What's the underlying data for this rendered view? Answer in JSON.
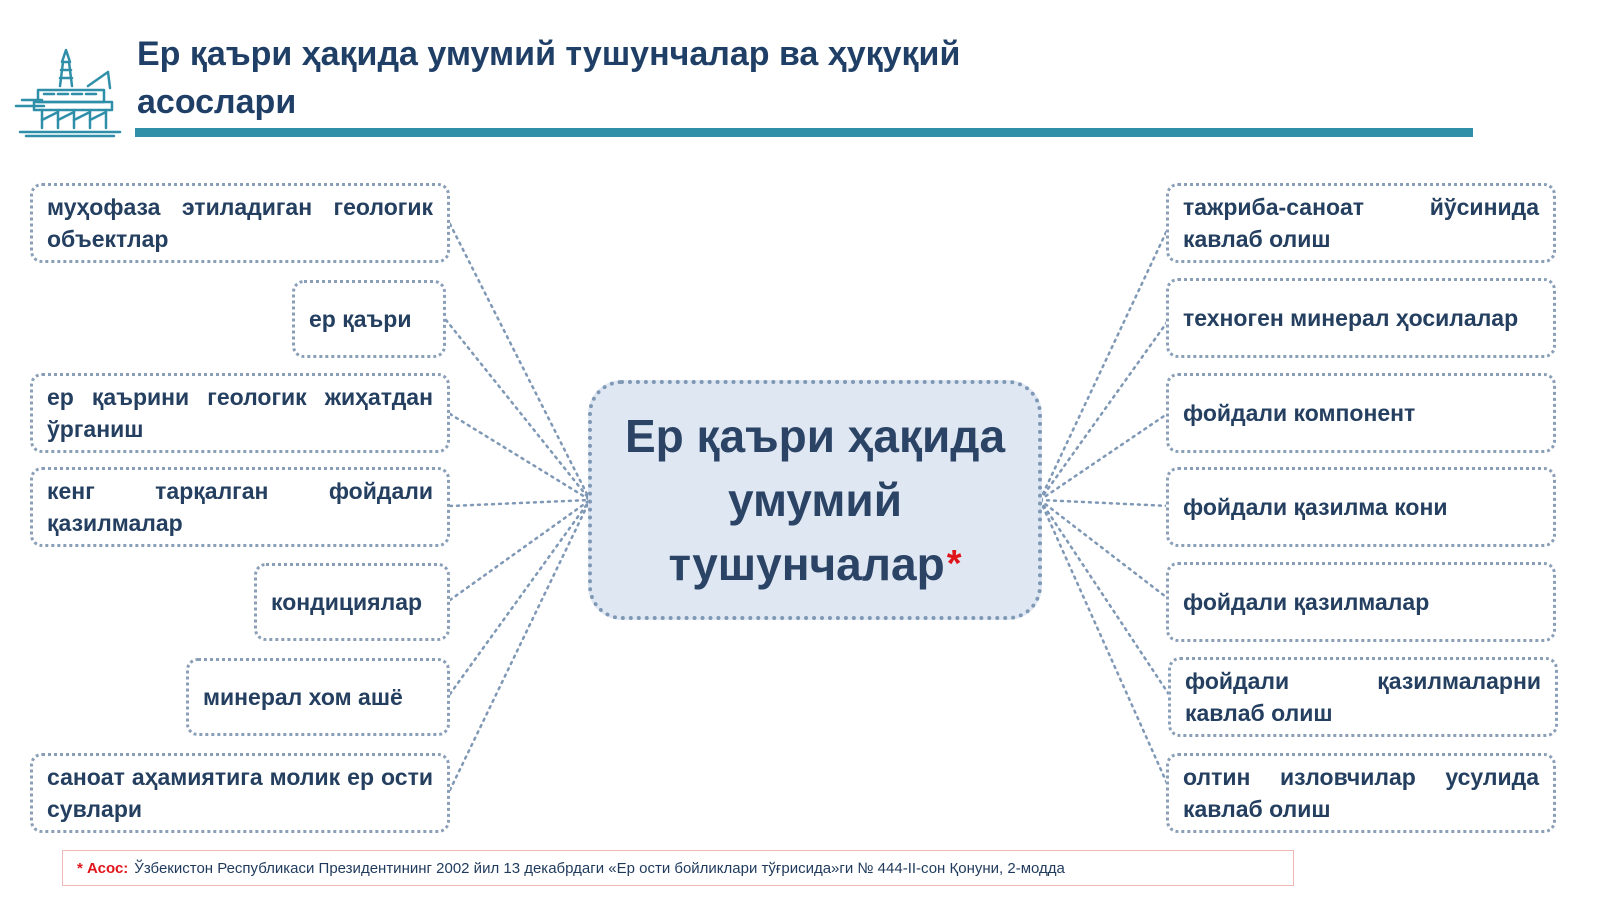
{
  "header": {
    "title": "Ер қаъри ҳақида умумий тушунчалар ва ҳуқуқий асослари",
    "logo_icon": "oil-rig-icon"
  },
  "center": {
    "text": "Ер қаъри ҳақида умумий тушунчалар",
    "marker": "*"
  },
  "left_nodes": [
    {
      "label": "муҳофаза этиладиган геологик объектлар"
    },
    {
      "label": "ер қаъри"
    },
    {
      "label": "ер қаърини геологик жиҳатдан ўрганиш"
    },
    {
      "label": "кенг тарқалган фойдали қазилмалар"
    },
    {
      "label": "кондициялар"
    },
    {
      "label": "минерал хом ашё"
    },
    {
      "label": "саноат аҳамиятига молик ер ости сувлари"
    }
  ],
  "right_nodes": [
    {
      "label": "тажриба-саноат йўсинида кавлаб олиш"
    },
    {
      "label": "техноген минерал ҳосилалар"
    },
    {
      "label": "фойдали компонент"
    },
    {
      "label": "фойдали қазилма кони"
    },
    {
      "label": "фойдали қазилмалар"
    },
    {
      "label": "фойдали қазилмаларни кавлаб олиш"
    },
    {
      "label": "олтин изловчилар усулида кавлаб олиш"
    }
  ],
  "footnote": {
    "marker": "*",
    "label": "Асос:",
    "text": "Ўзбекистон Республикаси Президентининг 2002 йил 13 декабрдаги «Ер ости бойликлари тўғрисида»ги № 444-II-сон Қонуни, 2-модда"
  },
  "colors": {
    "title": "#1f3f66",
    "rule": "#2f8fa9",
    "node_border": "#8a9fb7",
    "center_fill": "#dfe7f3",
    "accent_red": "#e0151b"
  }
}
